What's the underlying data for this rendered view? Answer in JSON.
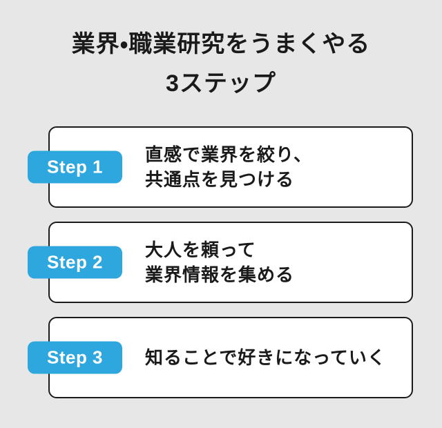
{
  "title": {
    "line1": "業界・職業研究をうまくやる",
    "line2": "3ステップ"
  },
  "steps": [
    {
      "badge": "Step 1",
      "line1": "直感で業界を絞り、",
      "line2": "共通点を見つける"
    },
    {
      "badge": "Step 2",
      "line1": "大人を頼って",
      "line2": "業界情報を集める"
    },
    {
      "badge": "Step 3",
      "line1": "知ることで好きになっていく"
    }
  ],
  "colors": {
    "background": "#e7e7e7",
    "badge_blue": "#2ea7df",
    "card_bg": "#ffffff",
    "card_border": "#1a1a1a",
    "text": "#1a1a1a",
    "badge_text": "#ffffff"
  }
}
